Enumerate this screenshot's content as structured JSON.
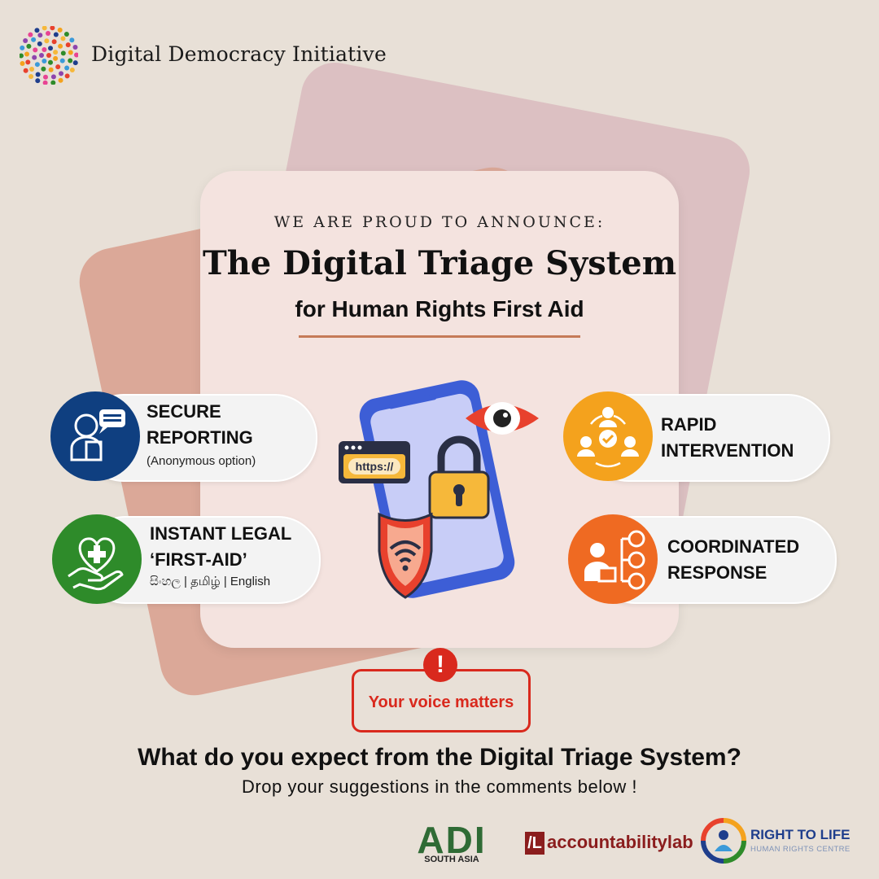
{
  "header": {
    "org_name": "Digital Democracy Initiative"
  },
  "announcement": {
    "kicker": "WE ARE PROUD TO ANNOUNCE:",
    "title": "The Digital Triage System",
    "subtitle": "for Human Rights First Aid"
  },
  "illustration": {
    "url_label": "https://",
    "icons": [
      "phone-icon",
      "lock-icon",
      "eye-icon",
      "shield-wifi-icon",
      "browser-window-icon"
    ]
  },
  "features": [
    {
      "line1": "SECURE",
      "line2": "REPORTING",
      "sub": "(Anonymous option)",
      "icon": "person-chat-icon",
      "color": "#0f3f80"
    },
    {
      "line1": "INSTANT LEGAL",
      "line2": "‘FIRST-AID’",
      "sub": "සිංහල | தமிழ் | English",
      "icon": "heart-hand-icon",
      "color": "#2e8b2a"
    },
    {
      "line1": "RAPID",
      "line2": "INTERVENTION",
      "icon": "team-cycle-icon",
      "color": "#f4a21d"
    },
    {
      "line1": "COORDINATED",
      "line2": "RESPONSE",
      "icon": "coordination-icon",
      "color": "#ef6a22"
    }
  ],
  "alert": {
    "label": "Your voice matters",
    "icon": "!"
  },
  "question": "What do you expect from the Digital Triage System?",
  "cta": "Drop your suggestions in the comments below !",
  "partners": {
    "adi": {
      "text": "ADI",
      "sub": "SOUTH ASIA"
    },
    "accountability_lab": {
      "mark": "/L",
      "text": "accountabilitylab"
    },
    "right_to_life": {
      "title": "RIGHT TO LIFE",
      "sub": "HUMAN RIGHTS CENTRE"
    }
  }
}
